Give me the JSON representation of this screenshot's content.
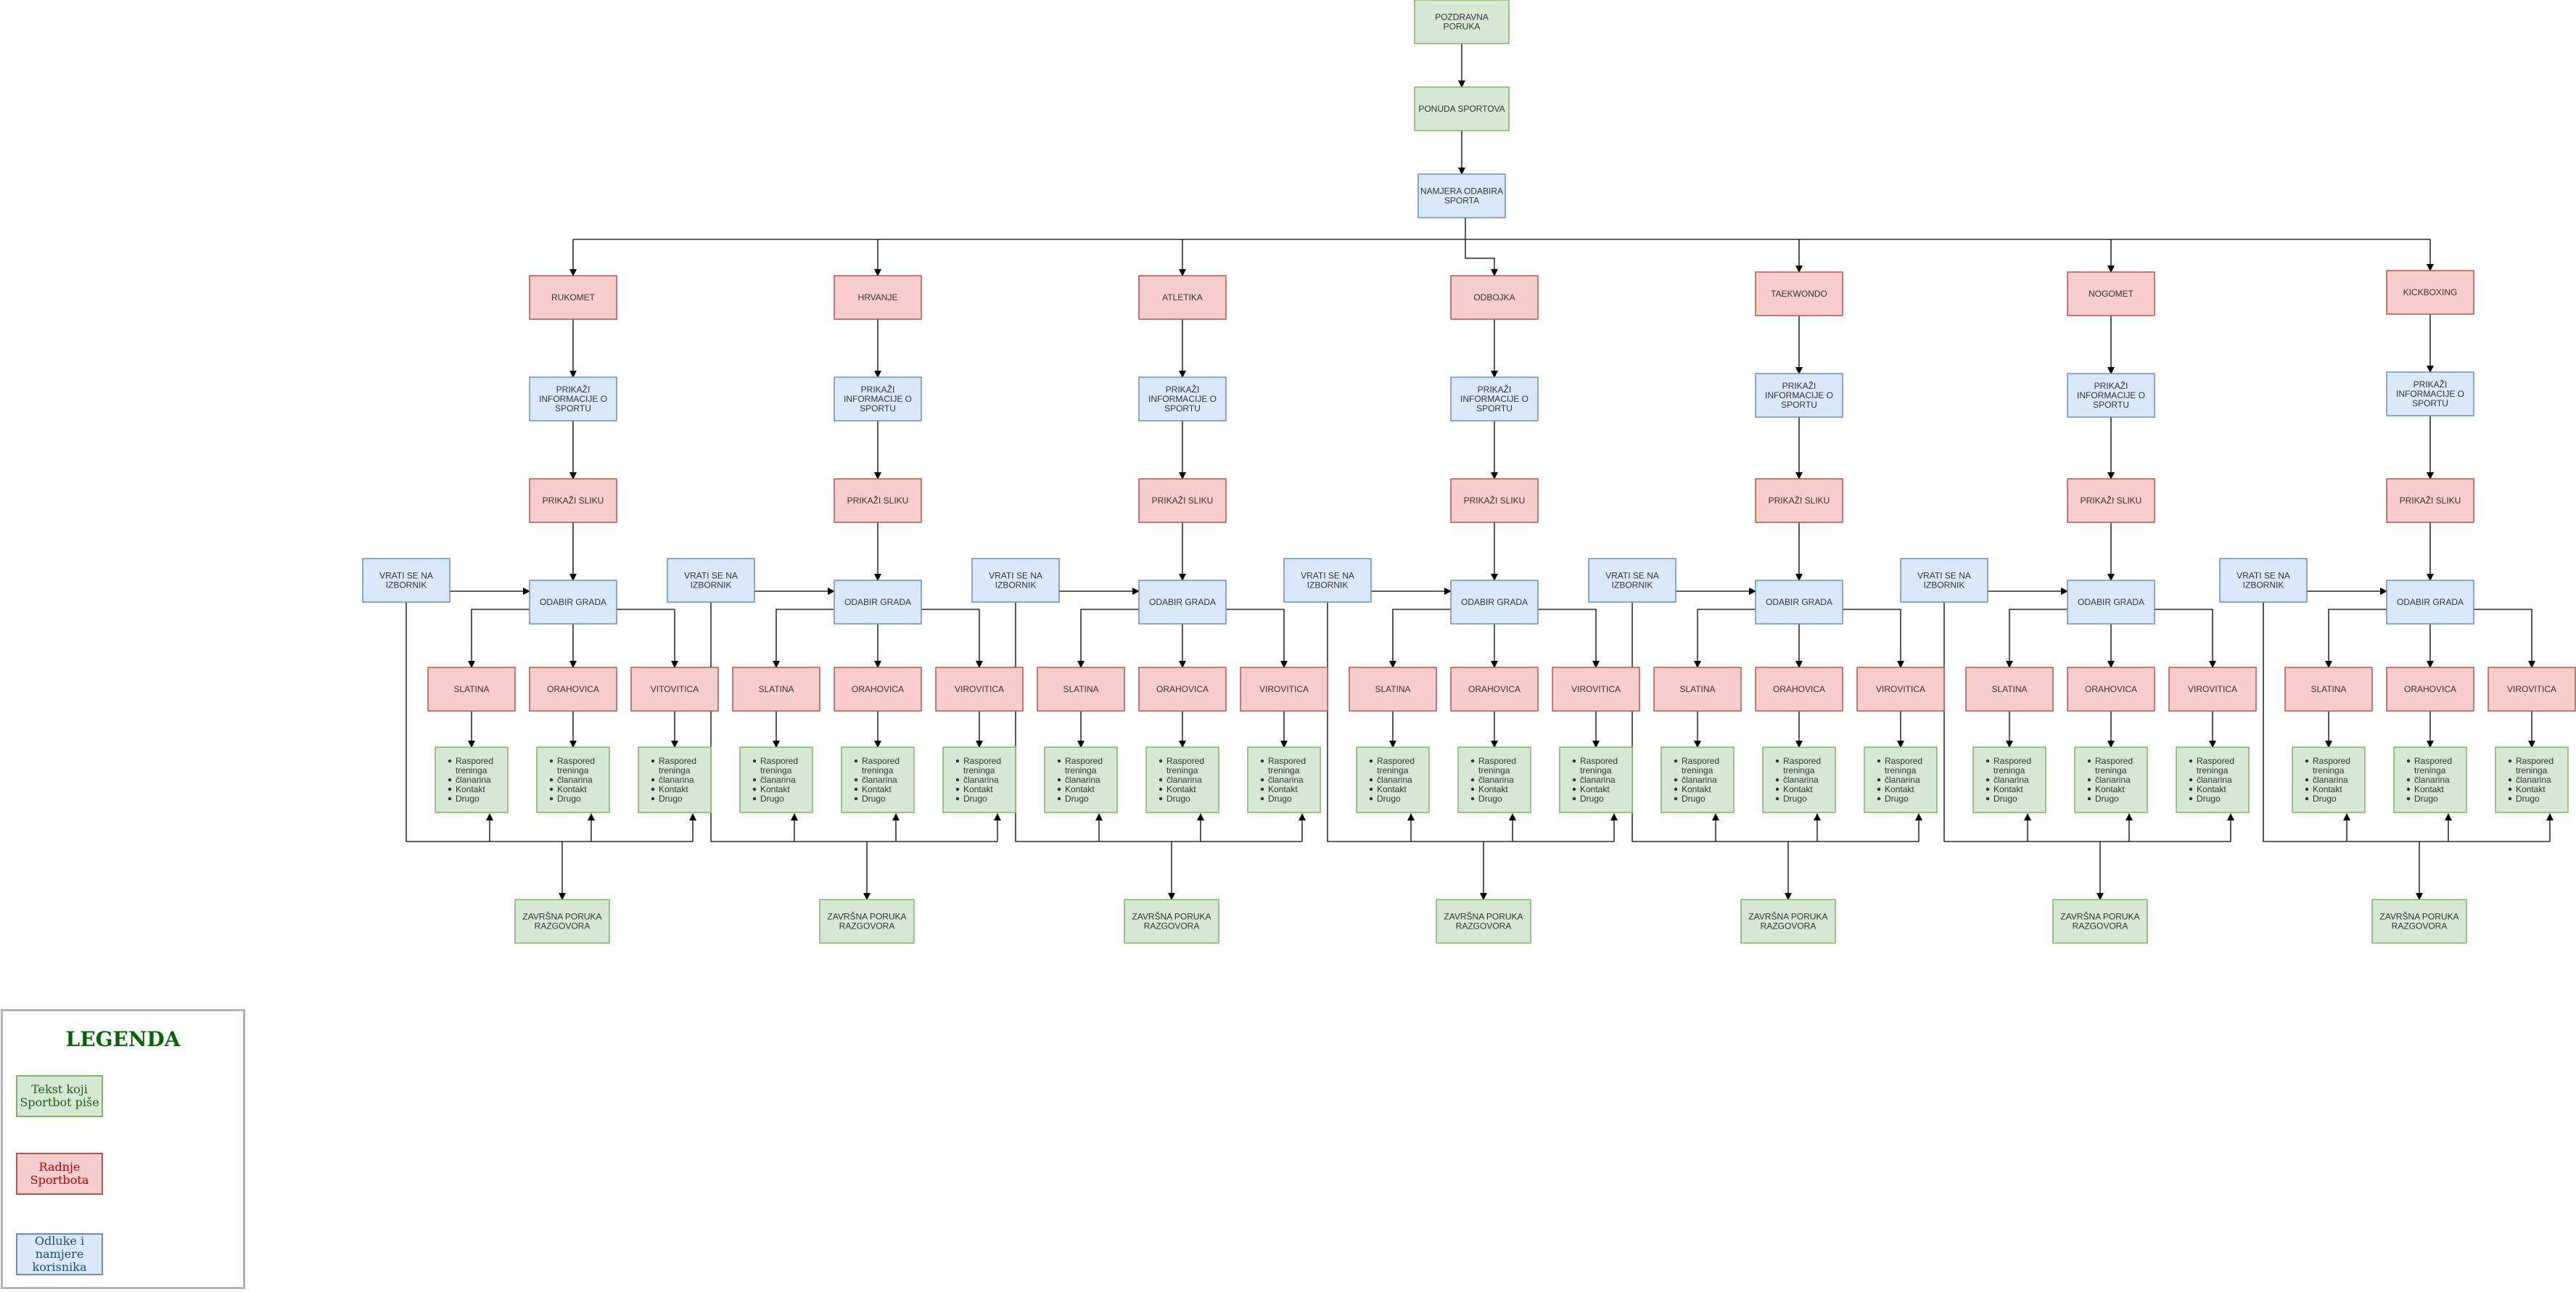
{
  "colors": {
    "green_fill": "#d5e8d4",
    "green_stroke": "#82b366",
    "red_fill": "#f8cecc",
    "red_stroke": "#b85450",
    "blue_fill": "#dae8fc",
    "blue_stroke": "#6c8ebf",
    "edge": "#000000"
  },
  "top_flow": {
    "greeting": "POZDRAVNA PORUKA",
    "sport_offer": "PONUDA SPORTOVA",
    "intent": "NAMJERA ODABIRA SPORTA"
  },
  "sports": [
    {
      "name": "RUKOMET",
      "cities": [
        "SLATINA",
        "ORAHOVICA",
        "VITOVITICA"
      ]
    },
    {
      "name": "HRVANJE",
      "cities": [
        "SLATINA",
        "ORAHOVICA",
        "VIROVITICA"
      ]
    },
    {
      "name": "ATLETIKA",
      "cities": [
        "SLATINA",
        "ORAHOVICA",
        "VIROVITICA"
      ]
    },
    {
      "name": "ODBOJKA",
      "cities": [
        "SLATINA",
        "ORAHOVICA",
        "VIROVITICA"
      ]
    },
    {
      "name": "TAEKWONDO",
      "cities": [
        "SLATINA",
        "ORAHOVICA",
        "VIROVITICA"
      ]
    },
    {
      "name": "NOGOMET",
      "cities": [
        "SLATINA",
        "ORAHOVICA",
        "VIROVITICA"
      ]
    },
    {
      "name": "KICKBOXING",
      "cities": [
        "SLATINA",
        "ORAHOVICA",
        "VIROVITICA"
      ]
    }
  ],
  "branch": {
    "info": "PRIKAŽI INFORMACIJE O SPORTU",
    "picture": "PRIKAŽI SLIKU",
    "choose_city": "ODABIR GRADA",
    "back": "VRATI SE NA IZBORNIK",
    "final": "ZAVRŠNA PORUKA RAZGOVORA",
    "details": [
      "Raspored treninga",
      "članarina",
      "Kontakt",
      "Drugo"
    ]
  },
  "legend": {
    "title": "LEGENDA",
    "items": [
      {
        "label": "Tekst koji Sportbot piše",
        "kind": "green"
      },
      {
        "label": "Radnje Sportbota",
        "kind": "red"
      },
      {
        "label": "Odluke i namjere korisnika",
        "kind": "blue"
      }
    ]
  }
}
